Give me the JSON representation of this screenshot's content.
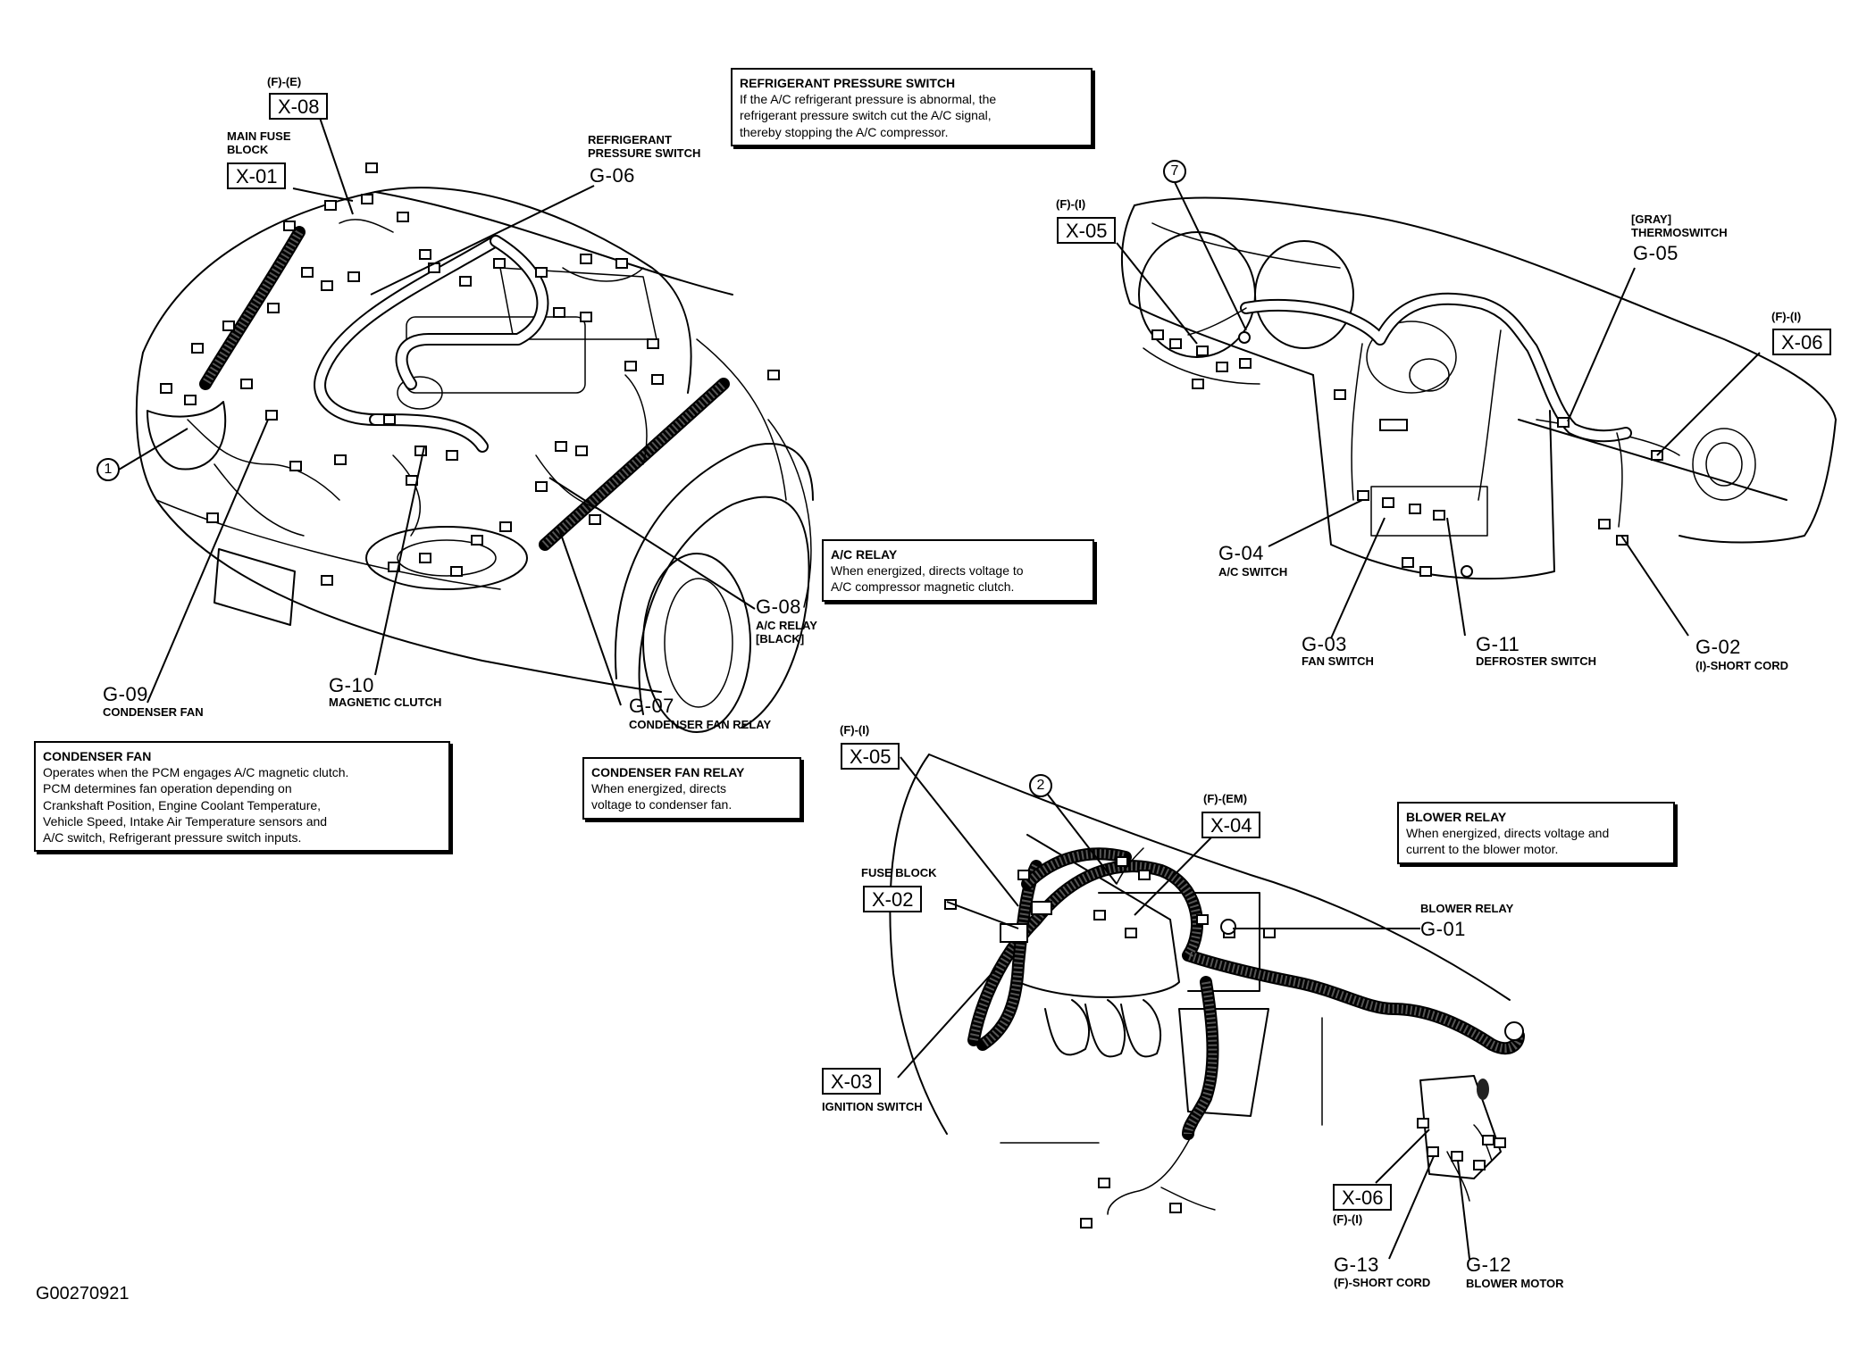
{
  "reference_code": "G00270921",
  "callouts": {
    "c1": "1",
    "c2": "2",
    "c7": "7"
  },
  "notes": {
    "refrigerant_pressure_switch": {
      "title": "REFRIGERANT PRESSURE SWITCH",
      "lines": [
        "If the A/C refrigerant pressure is abnormal, the",
        "refrigerant pressure switch cut the A/C signal,",
        "thereby stopping the A/C compressor."
      ]
    },
    "ac_relay": {
      "title": "A/C RELAY",
      "lines": [
        "When energized, directs voltage to",
        "A/C compressor magnetic clutch."
      ]
    },
    "condenser_fan": {
      "title": "CONDENSER FAN",
      "lines": [
        "Operates when the PCM engages A/C magnetic clutch.",
        "PCM determines fan operation depending on",
        "Crankshaft Position, Engine Coolant Temperature,",
        "Vehicle Speed, Intake Air Temperature sensors and",
        "A/C switch, Refrigerant pressure switch inputs."
      ]
    },
    "condenser_fan_relay": {
      "title": "CONDENSER FAN RELAY",
      "lines": [
        "When energized, directs",
        "voltage to condenser fan."
      ]
    },
    "blower_relay": {
      "title": "BLOWER RELAY",
      "lines": [
        "When energized, directs voltage and",
        "current to the blower motor."
      ]
    }
  },
  "engine_bay": {
    "x08": {
      "code": "X-08",
      "harness": "(F)-(E)"
    },
    "x01": {
      "code": "X-01",
      "caption": [
        "MAIN FUSE",
        "BLOCK"
      ]
    },
    "g06": {
      "code": "G-06",
      "caption": [
        "REFRIGERANT",
        "PRESSURE SWITCH"
      ]
    },
    "g08": {
      "code": "G-08",
      "caption": [
        "A/C RELAY",
        "[BLACK]"
      ]
    },
    "g09": {
      "code": "G-09",
      "caption": "CONDENSER FAN"
    },
    "g10": {
      "code": "G-10",
      "caption": "MAGNETIC CLUTCH"
    },
    "g07": {
      "code": "G-07",
      "caption": "CONDENSER FAN RELAY"
    }
  },
  "dashboard": {
    "x05": {
      "code": "X-05",
      "harness": "(F)-(I)"
    },
    "x06": {
      "code": "X-06",
      "harness": "(F)-(I)"
    },
    "g05": {
      "code": "G-05",
      "caption": [
        "[GRAY]",
        "THERMOSWITCH"
      ]
    },
    "g04": {
      "code": "G-04",
      "caption": "A/C SWITCH"
    },
    "g03": {
      "code": "G-03",
      "caption": "FAN SWITCH"
    },
    "g11": {
      "code": "G-11",
      "caption": "DEFROSTER SWITCH"
    },
    "g02": {
      "code": "G-02",
      "caption": "(I)-SHORT CORD"
    }
  },
  "underdash": {
    "x05": {
      "code": "X-05",
      "harness": "(F)-(I)"
    },
    "x04": {
      "code": "X-04",
      "harness": "(F)-(EM)"
    },
    "x02": {
      "code": "X-02",
      "caption": "FUSE BLOCK"
    },
    "x03": {
      "code": "X-03",
      "caption": "IGNITION SWITCH"
    },
    "g01": {
      "code": "G-01",
      "caption": "BLOWER RELAY"
    },
    "x06": {
      "code": "X-06",
      "harness": "(F)-(I)"
    },
    "g13": {
      "code": "G-13",
      "caption": "(F)-SHORT CORD"
    },
    "g12": {
      "code": "G-12",
      "caption": "BLOWER MOTOR"
    }
  }
}
